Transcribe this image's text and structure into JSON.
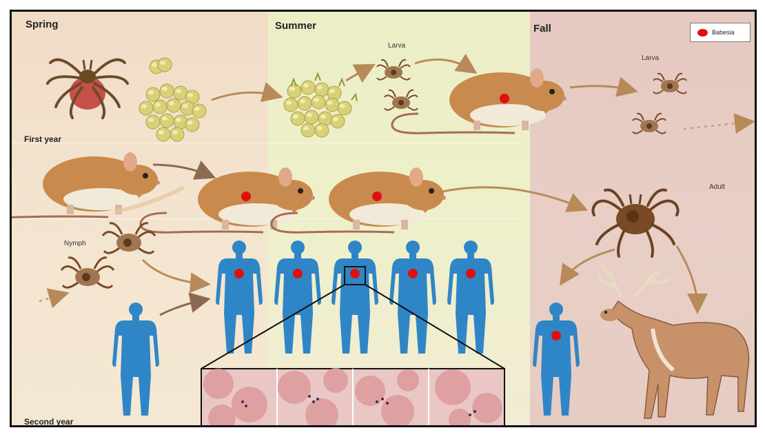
{
  "seasons": {
    "spring": "Spring",
    "summer": "Summer",
    "fall": "Fall"
  },
  "years": {
    "first": "First year",
    "second": "Second year"
  },
  "stages": {
    "larva_summer": "Larva",
    "larva_fall": "Larva",
    "nymph": "Nymph",
    "adult": "Adult"
  },
  "legend": {
    "label": "Babesia",
    "color": "#e01010"
  },
  "colors": {
    "human": "#2f86c6",
    "mouse": "#c98a4e",
    "tick": "#7a4a26",
    "egg": "#d8d178",
    "arrow": "#b88a5a",
    "rbc": "#e5a5a8"
  }
}
